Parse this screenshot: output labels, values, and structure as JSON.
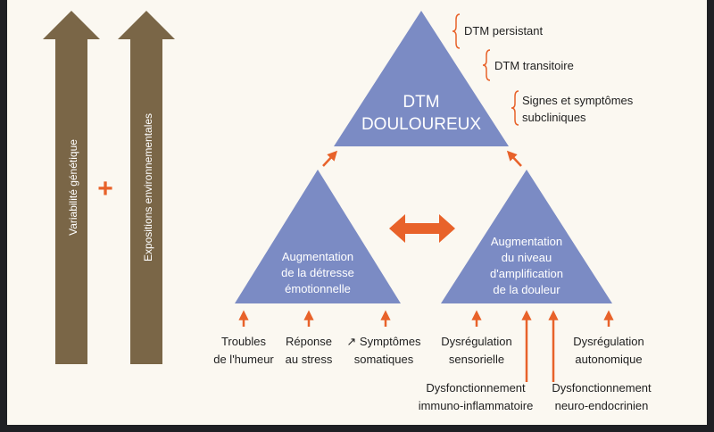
{
  "colors": {
    "background": "#fbf8f1",
    "frame": "#1f2024",
    "triangle": "#7b8bc4",
    "arrow_brown": "#7a6647",
    "accent_orange": "#e8622a",
    "text": "#1f1f1f",
    "text_on_triangle": "#ffffff"
  },
  "factors": {
    "genetic": "Variabilité génétique",
    "plus": "+",
    "environmental": "Expositions environnementales"
  },
  "top": {
    "line1": "DTM",
    "line2": "DOULOUREUX"
  },
  "levels": {
    "persistent": "DTM persistant",
    "transient": "DTM transitoire",
    "subclinical_line1": "Signes et symptômes",
    "subclinical_line2": "subcliniques"
  },
  "left_triangle": {
    "line1": "Augmentation",
    "line2": "de la détresse",
    "line3": "émotionnelle"
  },
  "right_triangle": {
    "line1": "Augmentation",
    "line2": "du niveau",
    "line3": "d'amplification",
    "line4": "de la douleur"
  },
  "inputs": {
    "mood": {
      "line1": "Troubles",
      "line2": "de l'humeur"
    },
    "stress": {
      "line1": "Réponse",
      "line2": "au stress"
    },
    "somatic": {
      "line1": "↗ Symptômes",
      "line2": "somatiques"
    },
    "sensory": {
      "line1": "Dysrégulation",
      "line2": "sensorielle"
    },
    "autonomic": {
      "line1": "Dysrégulation",
      "line2": "autonomique"
    },
    "immune": {
      "line1": "Dysfonctionnement",
      "line2": "immuno-inflammatoire"
    },
    "neuro": {
      "line1": "Dysfonctionnement",
      "line2": "neuro-endocrinien"
    }
  }
}
